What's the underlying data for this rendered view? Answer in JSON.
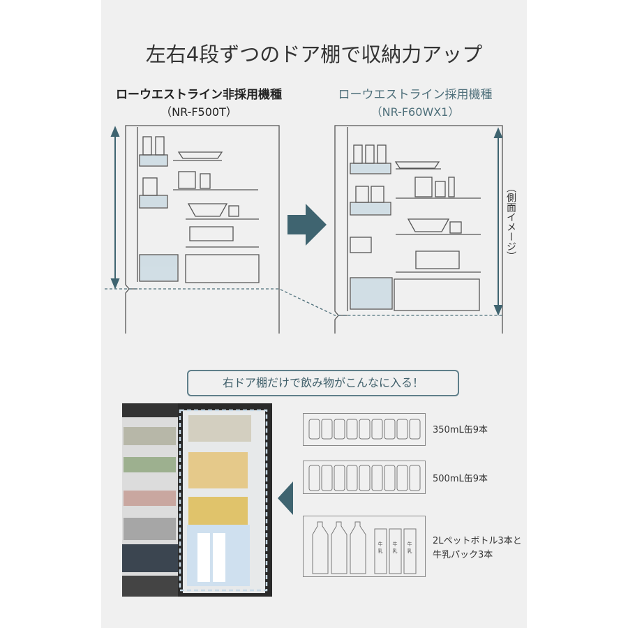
{
  "title": "左右4段ずつのドア棚で収納力アップ",
  "left_model": {
    "label": "ローウエストライン非採用機種",
    "model": "（NR-F500T）"
  },
  "right_model": {
    "label": "ローウエストライン採用機種",
    "model": "（NR-F60WX1）"
  },
  "side_note": "（側面イメージ）",
  "banner": "右ドア棚だけで飲み物がこんなに入る！",
  "capacity": [
    {
      "label": "350mL缶9本",
      "count": 9
    },
    {
      "label": "500mL缶9本",
      "count": 9
    },
    {
      "label": "2Lペットボトル3本と\n牛乳パック3本",
      "line1": "2Lペットボトル3本と",
      "line2": "牛乳パック3本"
    }
  ],
  "milk_label": "牛乳",
  "colors": {
    "accent": "#3f6470",
    "panel": "#f0f0f0"
  }
}
